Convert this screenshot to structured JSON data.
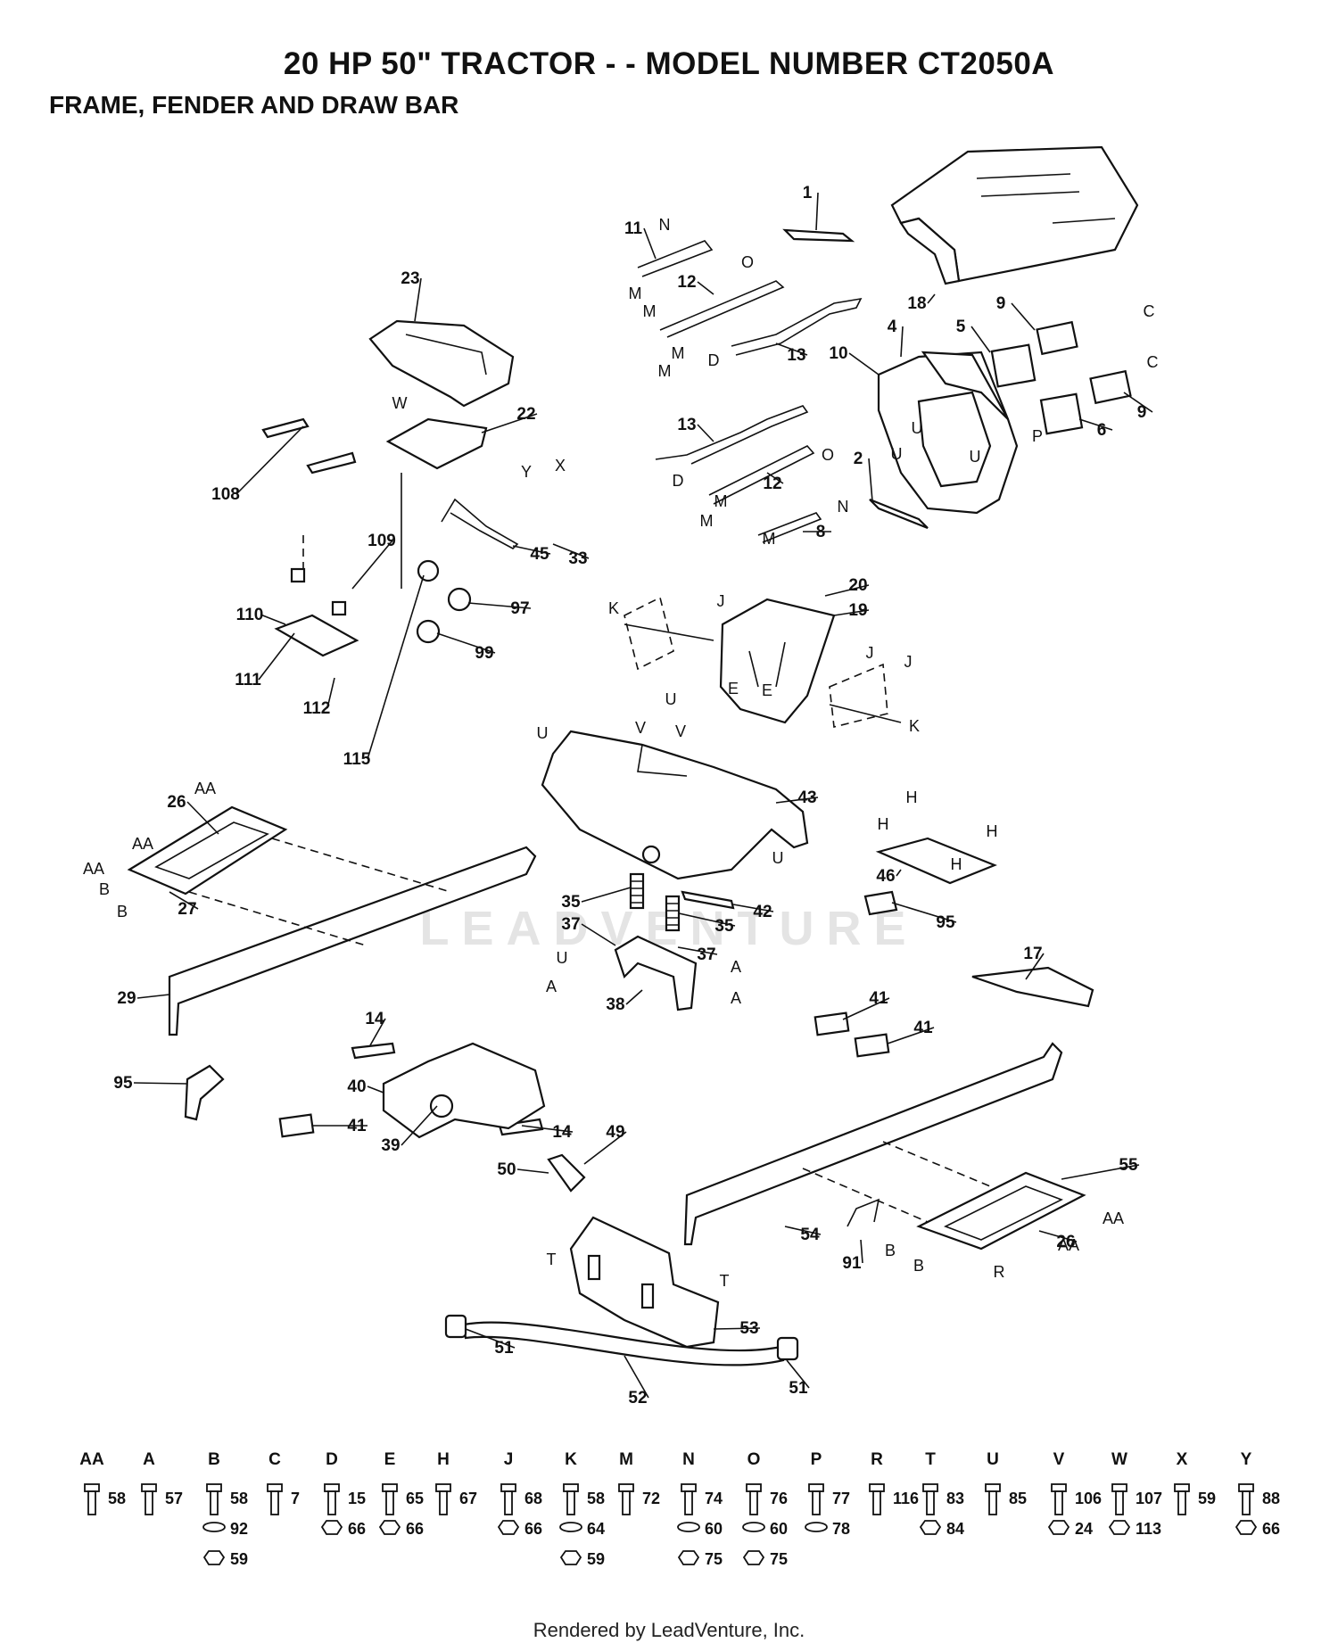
{
  "title": "20 HP 50\" TRACTOR - - MODEL NUMBER CT2050A",
  "subtitle": "FRAME, FENDER AND DRAW BAR",
  "watermark": "LEADVENTURE",
  "footer": "Rendered by LeadVenture, Inc.",
  "callouts": [
    "1",
    "2",
    "4",
    "5",
    "6",
    "8",
    "9",
    "9",
    "10",
    "11",
    "12",
    "12",
    "13",
    "13",
    "18",
    "19",
    "20",
    "22",
    "23",
    "26",
    "26",
    "27",
    "29",
    "33",
    "35",
    "35",
    "37",
    "37",
    "38",
    "39",
    "40",
    "41",
    "41",
    "41",
    "42",
    "43",
    "45",
    "46",
    "49",
    "50",
    "51",
    "51",
    "52",
    "53",
    "54",
    "55",
    "91",
    "95",
    "95",
    "97",
    "99",
    "108",
    "109",
    "110",
    "111",
    "112",
    "115",
    "14",
    "14",
    "17"
  ],
  "ref_letters": [
    "N",
    "O",
    "M",
    "M",
    "M",
    "M",
    "D",
    "D",
    "O",
    "M",
    "M",
    "M",
    "N",
    "C",
    "C",
    "P",
    "U",
    "U",
    "U",
    "W",
    "Y",
    "X",
    "K",
    "J",
    "J",
    "K",
    "J",
    "E",
    "E",
    "U",
    "V",
    "V",
    "U",
    "U",
    "H",
    "H",
    "H",
    "H",
    "AA",
    "AA",
    "AA",
    "B",
    "B",
    "U",
    "A",
    "A",
    "A",
    "T",
    "T",
    "AA",
    "AA",
    "B",
    "B",
    "R"
  ],
  "legend": [
    {
      "letter": "AA",
      "parts": [
        "58"
      ]
    },
    {
      "letter": "A",
      "parts": [
        "57"
      ]
    },
    {
      "letter": "B",
      "parts": [
        "58",
        "92",
        "59"
      ]
    },
    {
      "letter": "C",
      "parts": [
        "7"
      ]
    },
    {
      "letter": "D",
      "parts": [
        "15",
        "66"
      ]
    },
    {
      "letter": "E",
      "parts": [
        "65",
        "66"
      ]
    },
    {
      "letter": "H",
      "parts": [
        "67"
      ]
    },
    {
      "letter": "J",
      "parts": [
        "68",
        "66"
      ]
    },
    {
      "letter": "K",
      "parts": [
        "58",
        "64",
        "59"
      ]
    },
    {
      "letter": "M",
      "parts": [
        "72"
      ]
    },
    {
      "letter": "N",
      "parts": [
        "74",
        "60",
        "75"
      ]
    },
    {
      "letter": "O",
      "parts": [
        "76",
        "60",
        "75"
      ]
    },
    {
      "letter": "P",
      "parts": [
        "77",
        "78"
      ]
    },
    {
      "letter": "R",
      "parts": [
        "116"
      ]
    },
    {
      "letter": "T",
      "parts": [
        "83",
        "84"
      ]
    },
    {
      "letter": "U",
      "parts": [
        "85"
      ]
    },
    {
      "letter": "V",
      "parts": [
        "106",
        "24"
      ]
    },
    {
      "letter": "W",
      "parts": [
        "107",
        "113"
      ]
    },
    {
      "letter": "X",
      "parts": [
        "59"
      ]
    },
    {
      "letter": "Y",
      "parts": [
        "88",
        "66"
      ]
    }
  ]
}
